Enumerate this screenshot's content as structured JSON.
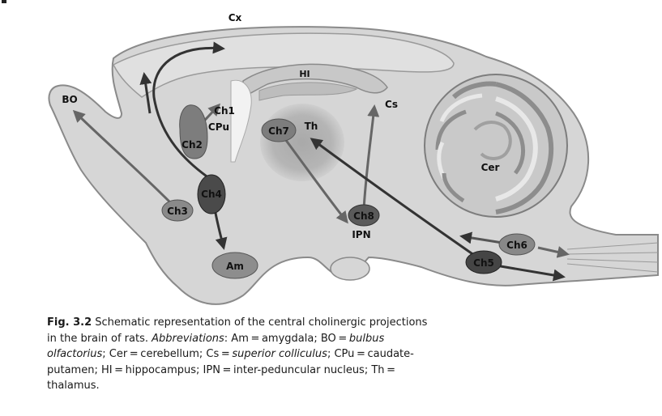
{
  "figure": {
    "labels": {
      "cx": "Cx",
      "hi": "HI",
      "bo": "BO",
      "cs": "Cs",
      "ch1": "Ch1",
      "cpu": "CPu",
      "th": "Th",
      "cer": "Cer",
      "ipn": "IPN",
      "am": "Am"
    },
    "nuclei": [
      {
        "id": "ch2",
        "label": "Ch2"
      },
      {
        "id": "ch3",
        "label": "Ch3"
      },
      {
        "id": "ch4",
        "label": "Ch4"
      },
      {
        "id": "ch5",
        "label": "Ch5"
      },
      {
        "id": "ch6",
        "label": "Ch6"
      },
      {
        "id": "ch7",
        "label": "Ch7"
      },
      {
        "id": "ch8",
        "label": "Ch8"
      }
    ]
  },
  "caption": {
    "fig_number": "Fig. 3.2",
    "text1": " Schematic representation of the central cholinergic projections in the brain of rats. ",
    "abbrev_label": "Abbreviations",
    "text2": ": Am = amygdala; BO = ",
    "bo_term": "bulbus olfactorius",
    "text3": "; Cer = cerebellum; Cs = ",
    "cs_term": "superior colliculus",
    "text4": "; CPu = caudate-putamen; HI = hippocampus; IPN = inter-peduncular nucleus; Th = thalamus."
  }
}
